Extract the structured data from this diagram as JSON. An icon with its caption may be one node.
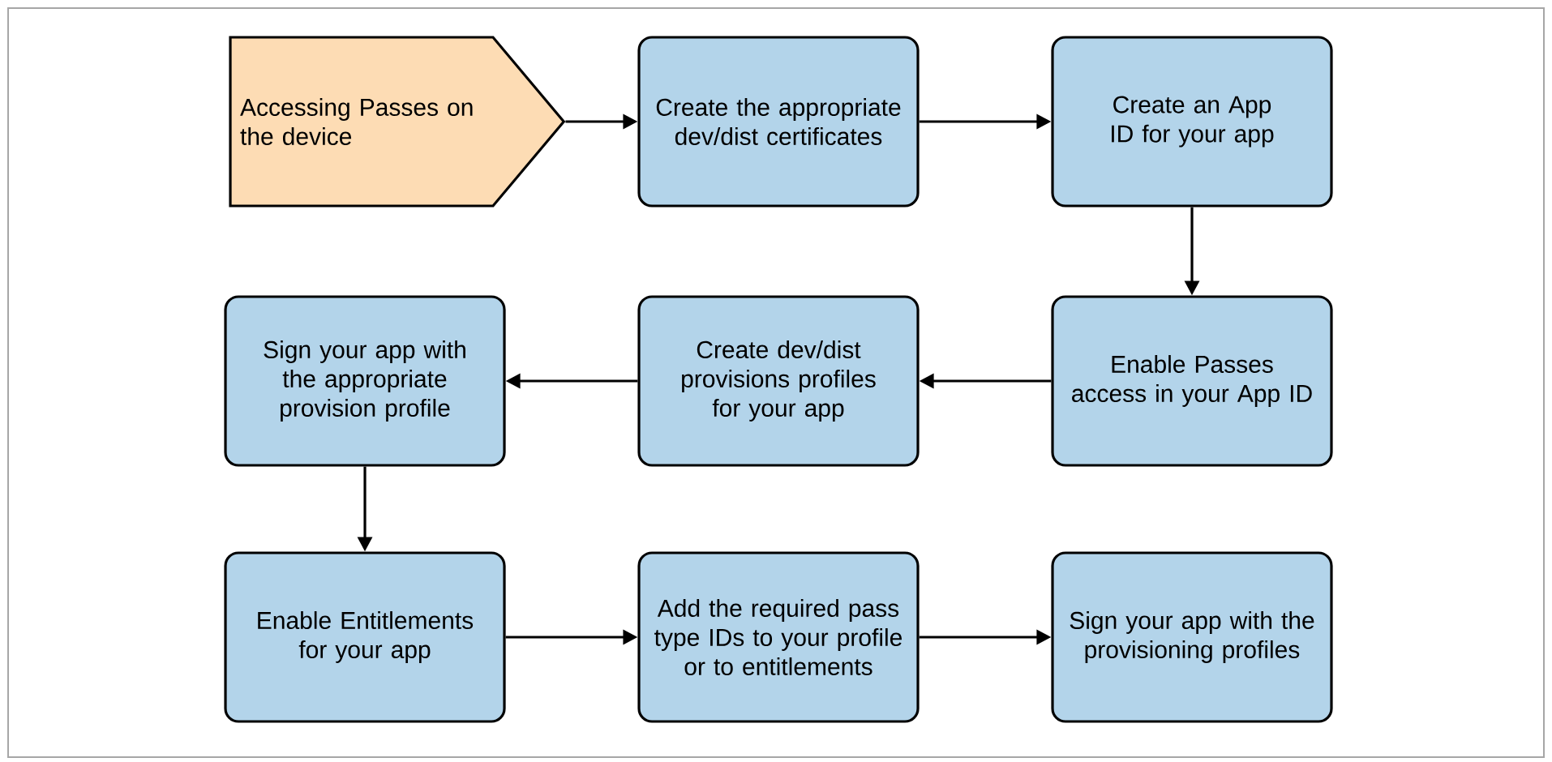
{
  "diagram": {
    "nodes": [
      {
        "text": [
          "Accessing Passes on the device"
        ]
      },
      {
        "text": [
          "Create the appropriate dev/dist certificates"
        ]
      },
      {
        "text": [
          "Create an App ID for your app"
        ]
      },
      {
        "text": [
          "Enable Passes access in your App ID"
        ]
      },
      {
        "text": [
          "Create dev/dist provisions profiles for your app"
        ]
      },
      {
        "text": [
          "Sign your app with the appropriate provision profile"
        ]
      },
      {
        "text": [
          "Enable Entitlements for your app"
        ]
      },
      {
        "text": [
          "Add the required pass type IDs to your profile or to entitlements"
        ]
      },
      {
        "text": [
          "Sign your app with the provisioning profiles"
        ]
      }
    ],
    "edges": [
      {
        "from": 0,
        "to": 1,
        "arrow": "to"
      },
      {
        "from": 1,
        "to": 2,
        "arrow": "to"
      },
      {
        "from": 2,
        "to": 3,
        "arrow": "to"
      },
      {
        "from": 3,
        "to": 4,
        "arrow": "to"
      },
      {
        "from": 4,
        "to": 5,
        "arrow": "to"
      },
      {
        "from": 5,
        "to": 6,
        "arrow": "to"
      },
      {
        "from": 6,
        "to": 7,
        "arrow": "to"
      },
      {
        "from": 7,
        "to": 8,
        "arrow": "to"
      }
    ]
  }
}
